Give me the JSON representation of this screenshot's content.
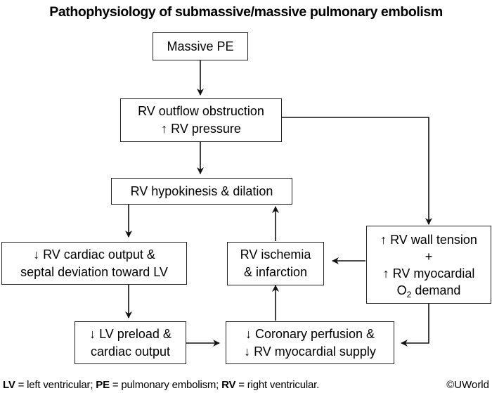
{
  "title": "Pathophysiology of submassive/massive pulmonary embolism",
  "nodes": {
    "massive_pe": {
      "lines": [
        "Massive PE"
      ]
    },
    "rv_outflow": {
      "lines": [
        "RV outflow obstruction",
        "↑ RV pressure"
      ]
    },
    "rv_hypokinesis": {
      "lines": [
        "RV hypokinesis & dilation"
      ]
    },
    "rv_cardiac_output": {
      "lines": [
        "↓ RV cardiac output &",
        "septal deviation toward LV"
      ]
    },
    "lv_preload": {
      "lines": [
        "↓ LV preload &",
        "cardiac output"
      ]
    },
    "rv_ischemia": {
      "lines": [
        "RV ischemia",
        "& infarction"
      ]
    },
    "coronary_perfusion": {
      "lines": [
        "↓ Coronary perfusion &",
        "↓ RV myocardial supply"
      ]
    },
    "rv_wall_tension": {
      "lines": [
        "↑ RV wall tension",
        "+",
        "↑ RV myocardial"
      ],
      "last_line_main": "O",
      "last_line_sub": "2",
      "last_line_rest": " demand"
    }
  },
  "edges": [
    {
      "from": "massive_pe",
      "to": "rv_outflow"
    },
    {
      "from": "rv_outflow",
      "to": "rv_hypokinesis"
    },
    {
      "from": "rv_outflow",
      "to": "rv_wall_tension"
    },
    {
      "from": "rv_hypokinesis",
      "to": "rv_cardiac_output"
    },
    {
      "from": "rv_cardiac_output",
      "to": "lv_preload"
    },
    {
      "from": "lv_preload",
      "to": "coronary_perfusion"
    },
    {
      "from": "coronary_perfusion",
      "to": "rv_ischemia"
    },
    {
      "from": "rv_ischemia",
      "to": "rv_hypokinesis"
    },
    {
      "from": "rv_wall_tension",
      "to": "rv_ischemia"
    },
    {
      "from": "rv_wall_tension",
      "to": "coronary_perfusion"
    }
  ],
  "footer": {
    "abbrevs": [
      {
        "abbr": "LV",
        "def": " = left ventricular; "
      },
      {
        "abbr": "PE",
        "def": " = pulmonary embolism; "
      },
      {
        "abbr": "RV",
        "def": " = right ventricular."
      }
    ],
    "copyright": "©UWorld"
  }
}
